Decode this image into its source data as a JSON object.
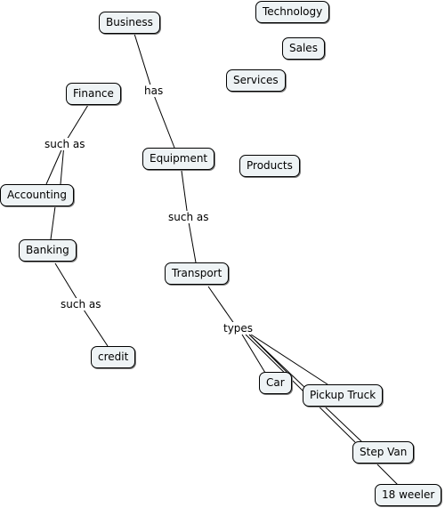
{
  "nodes": {
    "business": "Business",
    "technology": "Technology",
    "sales": "Sales",
    "services": "Services",
    "finance": "Finance",
    "equipment": "Equipment",
    "products": "Products",
    "accounting": "Accounting",
    "banking": "Banking",
    "transport": "Transport",
    "credit": "credit",
    "car": "Car",
    "pickup_truck": "Pickup Truck",
    "step_van": "Step Van",
    "eighteen_wheeler": "18 weeler"
  },
  "link_phrases": {
    "has": "has",
    "such_as_finance": "such as",
    "such_as_equipment": "such as",
    "such_as_banking": "such as",
    "types": "types"
  },
  "colors": {
    "node_fill": "#eef3f5",
    "node_border": "#000000",
    "node_shadow": "#7d7d7d",
    "line": "#000000",
    "background": "#ffffff"
  }
}
